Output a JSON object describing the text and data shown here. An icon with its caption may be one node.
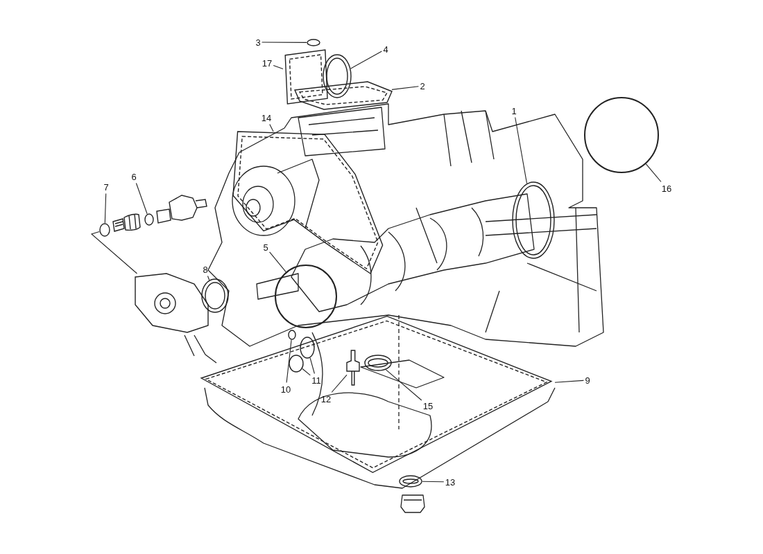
{
  "diagram": {
    "nodes": [
      {
        "text": [
          "1"
        ]
      },
      {
        "text": [
          "2"
        ]
      },
      {
        "text": [
          "3"
        ]
      },
      {
        "text": [
          "4"
        ]
      },
      {
        "text": [
          "5"
        ]
      },
      {
        "text": [
          "6"
        ]
      },
      {
        "text": [
          "7"
        ]
      },
      {
        "text": [
          "8"
        ]
      },
      {
        "text": [
          "9"
        ]
      },
      {
        "text": [
          "10"
        ],
        "in": 25
      },
      {
        "text": [
          "11"
        ],
        "in": 25
      },
      {
        "text": [
          "12"
        ],
        "in": 25
      },
      {
        "text": [
          "13"
        ]
      },
      {
        "text": [
          "14"
        ]
      },
      {
        "text": [
          "15"
        ],
        "in": 25
      },
      {
        "text": [
          "16"
        ]
      },
      {
        "text": [
          "17"
        ]
      },
      {
        "text": [],
        "shape": "circle"
      },
      {
        "text": [],
        "shape": "box"
      },
      {
        "text": [],
        "shape": "circle"
      },
      {
        "text": [],
        "shape": "circle"
      },
      {
        "text": [],
        "shape": "circle"
      },
      {
        "text": [],
        "shape": "circle"
      },
      {
        "text": [],
        "shape": "circle"
      },
      {
        "text": [],
        "shape": "circle"
      },
      {
        "text": [],
        "shape": "box"
      },
      {
        "text": [],
        "shape": "circle",
        "in": 25
      },
      {
        "text": [],
        "shape": "circle",
        "in": 25
      },
      {
        "text": [],
        "shape": "circle",
        "in": 25
      },
      {
        "text": [],
        "shape": "picture",
        "in": 25
      },
      {
        "text": [],
        "shape": "circle",
        "in": 25
      },
      {
        "text": [],
        "shape": "circle"
      },
      {
        "text": [],
        "shape": "box"
      },
      {
        "text": [],
        "shape": "circle"
      },
      {
        "text": [],
        "shape": "box"
      },
      {
        "text": [],
        "shape": "picture"
      },
      {
        "text": [],
        "shape": "picture"
      },
      {
        "text": [],
        "shape": "picture"
      }
    ],
    "edges": [
      {
        "from": 0,
        "to": 17,
        "arrow": "none"
      },
      {
        "from": 1,
        "to": 18,
        "arrow": "none"
      },
      {
        "from": 2,
        "to": 19,
        "arrow": "none"
      },
      {
        "from": 3,
        "to": 20,
        "arrow": "none"
      },
      {
        "from": 4,
        "to": 21,
        "arrow": "none"
      },
      {
        "from": 5,
        "to": 22,
        "arrow": "none"
      },
      {
        "from": 6,
        "to": 23,
        "arrow": "none"
      },
      {
        "from": 7,
        "to": 24,
        "arrow": "none"
      },
      {
        "from": 8,
        "to": 25,
        "arrow": "none"
      },
      {
        "from": 9,
        "to": 26,
        "arrow": "none"
      },
      {
        "from": 10,
        "to": 27,
        "arrow": "none"
      },
      {
        "from": 10,
        "to": 28,
        "arrow": "none"
      },
      {
        "from": 11,
        "to": 29,
        "arrow": "none"
      },
      {
        "from": 12,
        "to": 31,
        "arrow": "none"
      },
      {
        "from": 13,
        "to": 32,
        "arrow": "none"
      },
      {
        "from": 14,
        "to": 30,
        "arrow": "none"
      },
      {
        "from": 15,
        "to": 33,
        "arrow": "none"
      },
      {
        "from": 16,
        "to": 34,
        "arrow": "none"
      },
      {
        "from": 23,
        "to": 35,
        "arrow": "none"
      }
    ]
  }
}
